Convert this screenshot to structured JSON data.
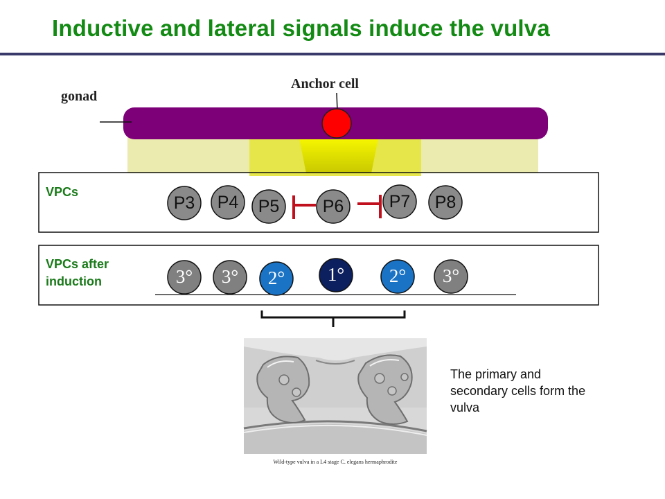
{
  "title": "Inductive and lateral signals induce the vulva",
  "labels": {
    "gonad": "gonad",
    "anchor_cell": "Anchor cell",
    "vpcs": "VPCs",
    "vpcs_after": "VPCs after induction"
  },
  "vpc_cells": [
    "P3",
    "P4",
    "P5",
    "P6",
    "P7",
    "P8"
  ],
  "fates": [
    {
      "label": "3°",
      "color": "#808080",
      "text_color": "#ffffff"
    },
    {
      "label": "3°",
      "color": "#808080",
      "text_color": "#ffffff"
    },
    {
      "label": "2°",
      "color": "#1a73c4",
      "text_color": "#ffffff"
    },
    {
      "label": "1°",
      "color": "#0c1f5e",
      "text_color": "#ffffff"
    },
    {
      "label": "2°",
      "color": "#1a73c4",
      "text_color": "#ffffff"
    },
    {
      "label": "3°",
      "color": "#808080",
      "text_color": "#ffffff"
    }
  ],
  "caption": "The primary and secondary cells form the vulva",
  "micrograph_caption": "Wild-type vulva in a L4 stage C. elegans hermaphrodite",
  "colors": {
    "title": "#138a13",
    "gonad": "#7e0079",
    "anchor_cell": "#ff0000",
    "inhibition": "#c0101e",
    "signal_field": "#ebebb0",
    "signal_core": "#e6e64a"
  }
}
